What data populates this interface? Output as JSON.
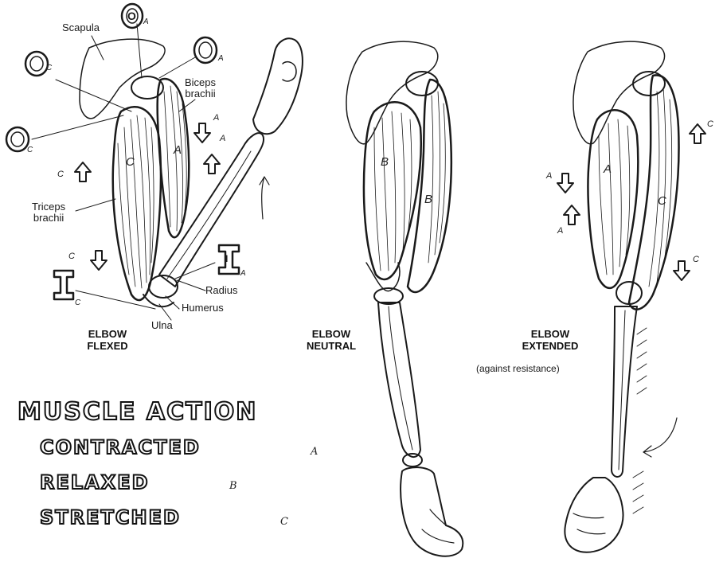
{
  "labels": {
    "scapula": "Scapula",
    "biceps": "Biceps\nbrachii",
    "triceps": "Triceps\nbrachii",
    "radius": "Radius",
    "humerus": "Humerus",
    "ulna": "Ulna"
  },
  "origin_markers": {
    "symbol": "O",
    "sub_a": "A",
    "sub_c": "C"
  },
  "insertion_markers": {
    "symbol": "I",
    "sub_a": "A",
    "sub_c": "C"
  },
  "panels": [
    {
      "caption": "ELBOW\nFLEXED"
    },
    {
      "caption": "ELBOW\nNEUTRAL"
    },
    {
      "caption": "ELBOW\nEXTENDED",
      "note": "(against resistance)"
    }
  ],
  "muscle_letters": {
    "a": "A",
    "b": "B",
    "c": "C"
  },
  "legend": {
    "title": "MUSCLE ACTION",
    "items": [
      {
        "label": "CONTRACTED",
        "suffix": "A"
      },
      {
        "label": "RELAXED",
        "suffix": "B"
      },
      {
        "label": "STRETCHED",
        "suffix": "C"
      }
    ]
  },
  "colors": {
    "ink": "#1a1a1a",
    "paper": "#ffffff"
  }
}
